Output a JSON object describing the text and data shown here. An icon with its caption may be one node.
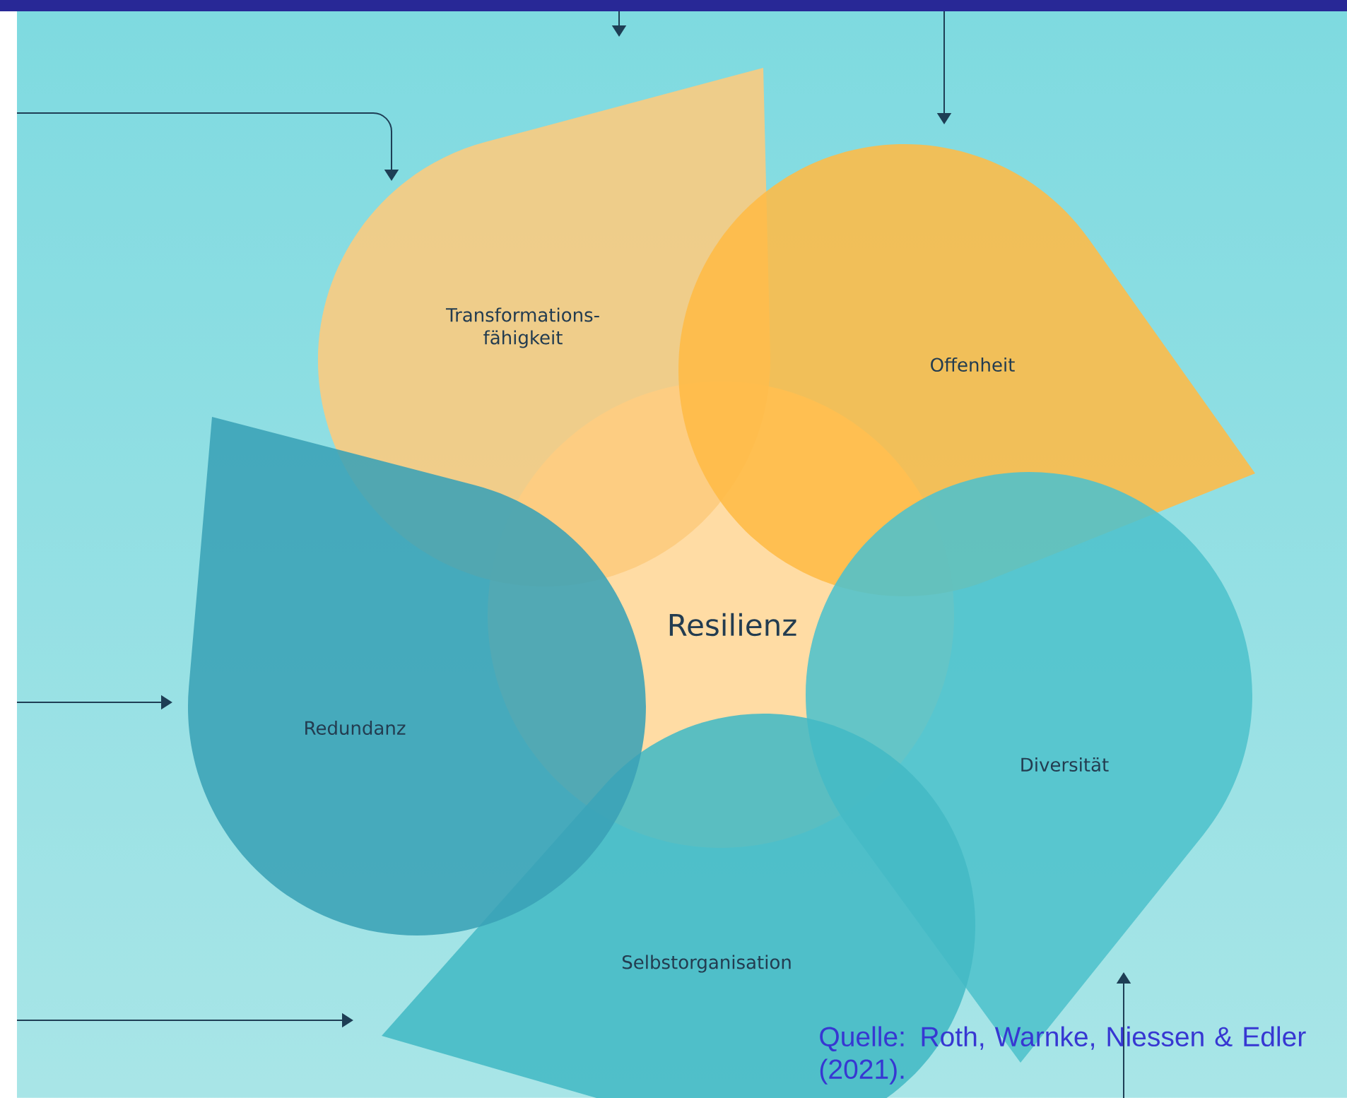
{
  "diagram": {
    "caption": "Quelle: Roth, Warnke, Niessen & Edler (2021).",
    "nodes": [
      {
        "text": [
          "Transformations- fähigkeit"
        ]
      },
      {
        "text": [
          "Offenheit"
        ]
      },
      {
        "text": [
          "Redundanz"
        ]
      },
      {
        "text": [
          "Resilienz"
        ]
      },
      {
        "text": [
          "Diversität"
        ]
      },
      {
        "text": [
          "Selbstorganisation"
        ]
      }
    ],
    "edges": [
      {
        "from": null,
        "to": 0,
        "arrow": "to"
      },
      {
        "from": null,
        "to": 1,
        "arrow": "to"
      },
      {
        "from": null,
        "to": 2,
        "arrow": "to"
      },
      {
        "from": null,
        "to": 5,
        "arrow": "to"
      },
      {
        "from": null,
        "to": 4,
        "arrow": "to"
      }
    ]
  }
}
